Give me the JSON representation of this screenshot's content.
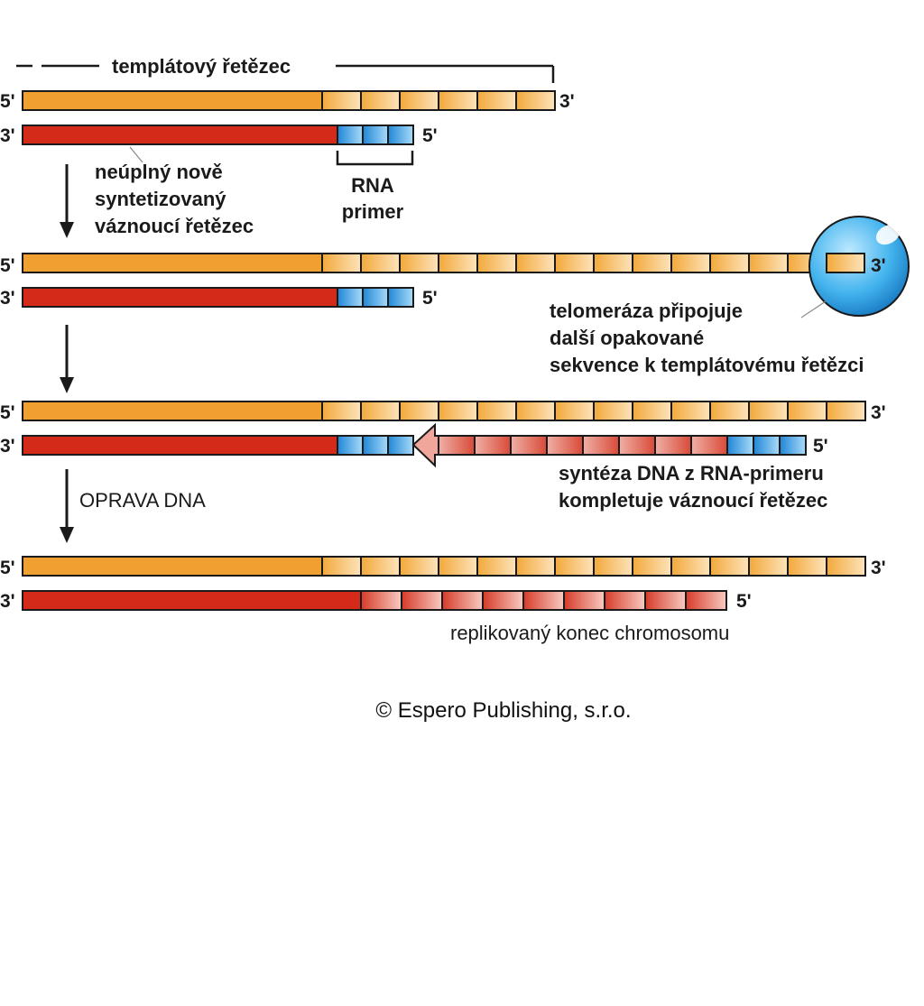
{
  "labels": {
    "template_strand": "templátový řetězec",
    "rna_line1": "RNA",
    "rna_line2": "primer",
    "lagging_line1": "neúplný nově",
    "lagging_line2": "syntetizovaný",
    "lagging_line3": "váznoucí řetězec",
    "telomerase_line1": "telomeráza připojuje",
    "telomerase_line2": "další opakované",
    "telomerase_line3": "sekvence k templátovému řetězci",
    "synthesis_line1": "syntéza DNA z RNA-primeru",
    "synthesis_line2": "kompletuje váznoucí řetězec",
    "repair": "OPRAVA DNA",
    "replicated_end": "replikovaný konec chromosomu",
    "copyright": "© Espero Publishing, s.r.o."
  },
  "end_markers": {
    "five_prime": "5'",
    "three_prime": "3'"
  },
  "colors": {
    "template_solid": "#f0a030",
    "template_repeat_light": "#fde2b8",
    "lagging_solid": "#d42a1a",
    "lagging_repeat_light": "#f8c8c0",
    "rna_primer": "#2a8fd8",
    "rna_primer_light": "#a8d8f8",
    "telomerase": "#45b8f0",
    "outline": "#1a1a1a"
  }
}
